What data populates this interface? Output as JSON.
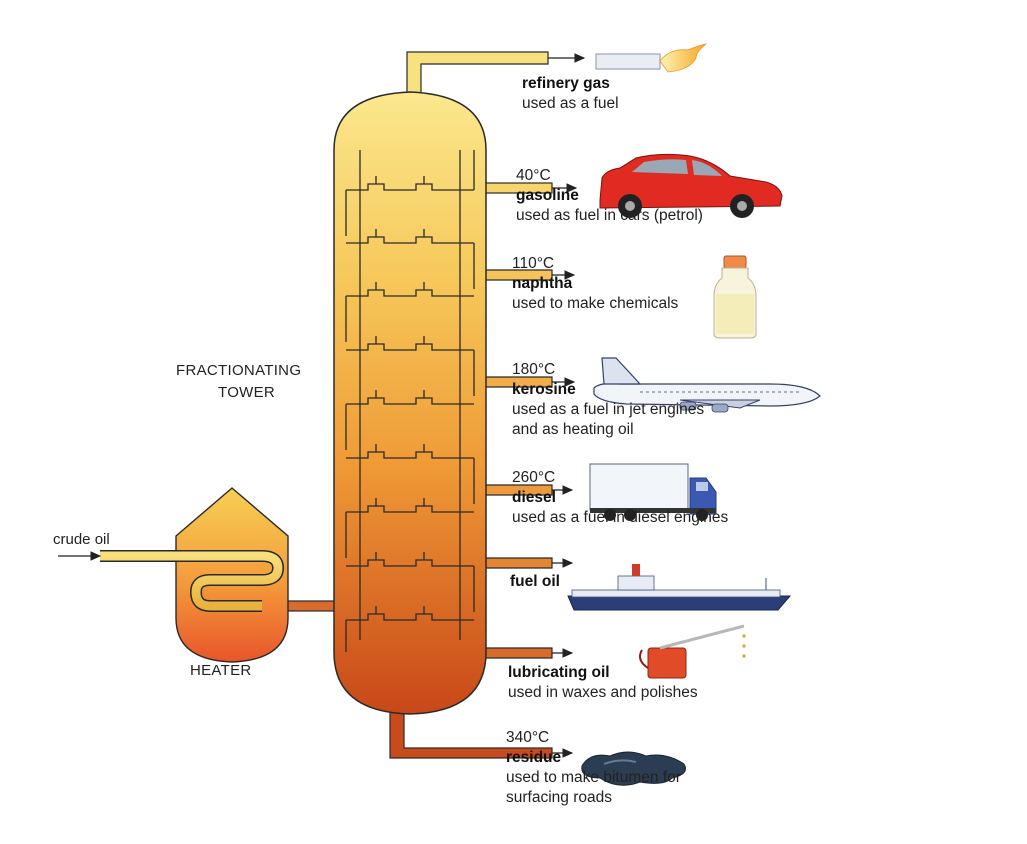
{
  "diagram": {
    "inlet_label": "crude oil",
    "heater_label": "HEATER",
    "tower_label_line1": "FRACTIONATING",
    "tower_label_line2": "TOWER",
    "fractions": [
      {
        "temp": "",
        "name": "refinery gas",
        "use1": "used as a fuel",
        "use2": "",
        "icon": "flame-icon"
      },
      {
        "temp": "40°C",
        "name": "gasoline",
        "use1": "used as fuel in cars (petrol)",
        "use2": "",
        "icon": "car-icon"
      },
      {
        "temp": "110°C",
        "name": "naphtha",
        "use1": "used to make chemicals",
        "use2": "",
        "icon": "bottle-icon"
      },
      {
        "temp": "180°C",
        "name": "kerosine",
        "use1": "used as a fuel in jet engines",
        "use2": "and as heating oil",
        "icon": "airplane-icon"
      },
      {
        "temp": "260°C",
        "name": "diesel",
        "use1": "used as a fuel in diesel engines",
        "use2": "",
        "icon": "truck-icon"
      },
      {
        "temp": "",
        "name": "fuel oil",
        "use1": "",
        "use2": "",
        "icon": "ship-icon"
      },
      {
        "temp": "",
        "name": "lubricating oil",
        "use1": "used in waxes and polishes",
        "use2": "",
        "icon": "oil-can-icon"
      },
      {
        "temp": "340°C",
        "name": "residue",
        "use1": "used to make bitumen for",
        "use2": "surfacing roads",
        "icon": "bitumen-puddle-icon"
      }
    ]
  },
  "colors": {
    "tower_top": "#fbe58a",
    "tower_mid": "#f2a93b",
    "tower_bottom": "#c94a1a",
    "outline": "#2a2a2a"
  }
}
